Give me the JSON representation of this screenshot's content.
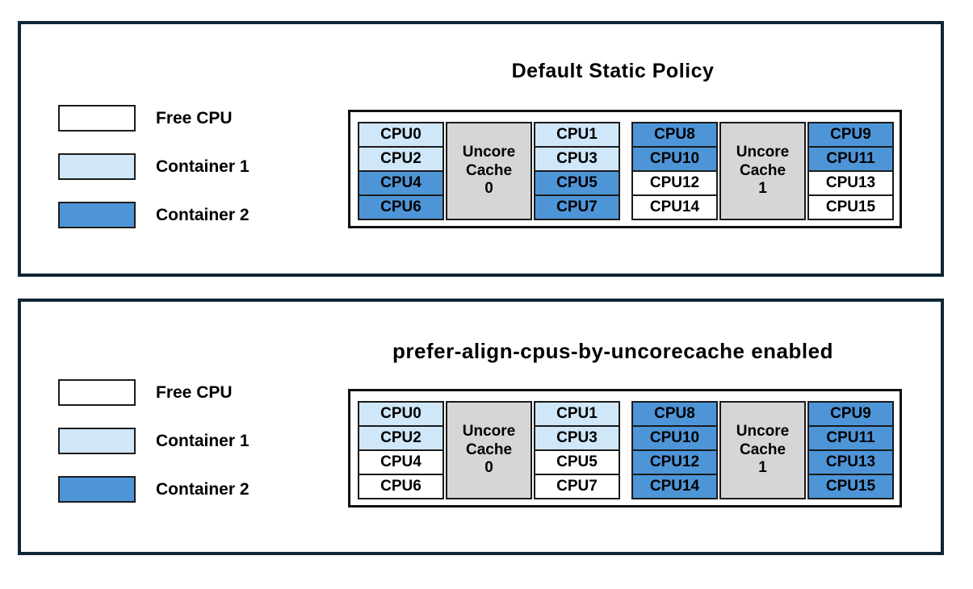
{
  "colors": {
    "free": "#ffffff",
    "container1": "#cfe7f8",
    "container2": "#4e95d8",
    "uncore_cache": "#d6d6d6",
    "panel_border": "#0e2636"
  },
  "legend": [
    {
      "label": "Free CPU",
      "state": "free"
    },
    {
      "label": "Container 1",
      "state": "container1"
    },
    {
      "label": "Container 2",
      "state": "container2"
    }
  ],
  "panels": [
    {
      "title": "Default Static Policy",
      "caches": [
        {
          "lines": [
            "Uncore",
            "Cache",
            "0"
          ],
          "left": [
            {
              "label": "CPU0",
              "state": "container1"
            },
            {
              "label": "CPU2",
              "state": "container1"
            },
            {
              "label": "CPU4",
              "state": "container2"
            },
            {
              "label": "CPU6",
              "state": "container2"
            }
          ],
          "right": [
            {
              "label": "CPU1",
              "state": "container1"
            },
            {
              "label": "CPU3",
              "state": "container1"
            },
            {
              "label": "CPU5",
              "state": "container2"
            },
            {
              "label": "CPU7",
              "state": "container2"
            }
          ]
        },
        {
          "lines": [
            "Uncore",
            "Cache",
            "1"
          ],
          "left": [
            {
              "label": "CPU8",
              "state": "container2"
            },
            {
              "label": "CPU10",
              "state": "container2"
            },
            {
              "label": "CPU12",
              "state": "free"
            },
            {
              "label": "CPU14",
              "state": "free"
            }
          ],
          "right": [
            {
              "label": "CPU9",
              "state": "container2"
            },
            {
              "label": "CPU11",
              "state": "container2"
            },
            {
              "label": "CPU13",
              "state": "free"
            },
            {
              "label": "CPU15",
              "state": "free"
            }
          ]
        }
      ]
    },
    {
      "title": "prefer-align-cpus-by-uncorecache enabled",
      "caches": [
        {
          "lines": [
            "Uncore",
            "Cache",
            "0"
          ],
          "left": [
            {
              "label": "CPU0",
              "state": "container1"
            },
            {
              "label": "CPU2",
              "state": "container1"
            },
            {
              "label": "CPU4",
              "state": "free"
            },
            {
              "label": "CPU6",
              "state": "free"
            }
          ],
          "right": [
            {
              "label": "CPU1",
              "state": "container1"
            },
            {
              "label": "CPU3",
              "state": "container1"
            },
            {
              "label": "CPU5",
              "state": "free"
            },
            {
              "label": "CPU7",
              "state": "free"
            }
          ]
        },
        {
          "lines": [
            "Uncore",
            "Cache",
            "1"
          ],
          "left": [
            {
              "label": "CPU8",
              "state": "container2"
            },
            {
              "label": "CPU10",
              "state": "container2"
            },
            {
              "label": "CPU12",
              "state": "container2"
            },
            {
              "label": "CPU14",
              "state": "container2"
            }
          ],
          "right": [
            {
              "label": "CPU9",
              "state": "container2"
            },
            {
              "label": "CPU11",
              "state": "container2"
            },
            {
              "label": "CPU13",
              "state": "container2"
            },
            {
              "label": "CPU15",
              "state": "container2"
            }
          ]
        }
      ]
    }
  ]
}
